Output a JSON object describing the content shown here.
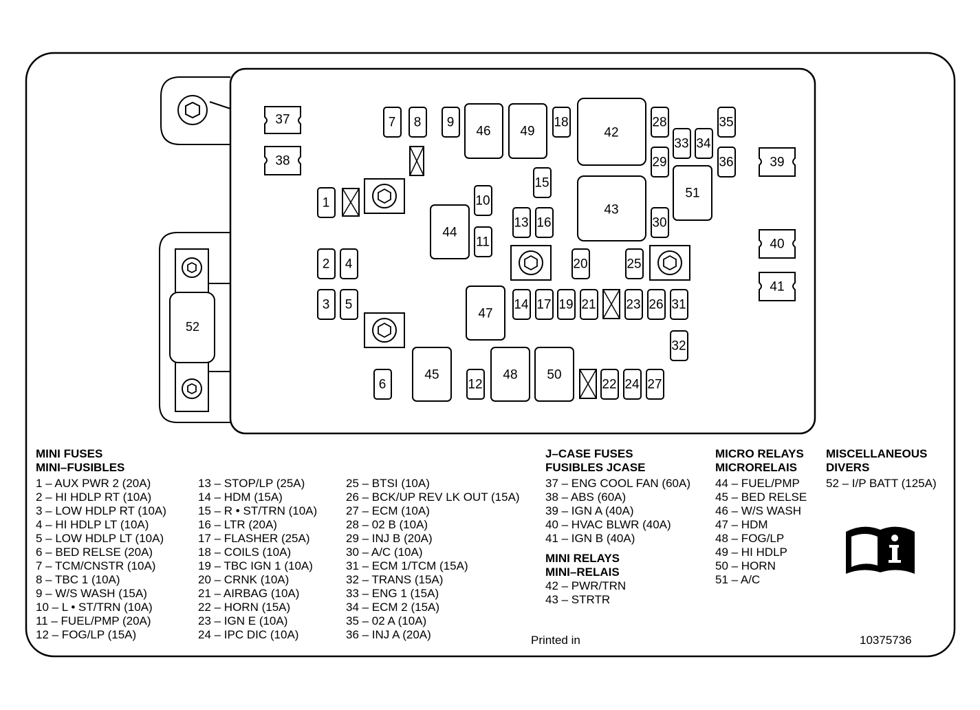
{
  "fuse_box": {
    "boxes": {
      "37": "37",
      "38": "38",
      "39": "39",
      "40": "40",
      "41": "41",
      "7": "7",
      "8": "8",
      "9": "9",
      "46": "46",
      "49": "49",
      "18": "18",
      "42": "42",
      "28": "28",
      "29": "29",
      "33": "33",
      "34": "34",
      "35": "35",
      "36": "36",
      "1": "1",
      "10": "10",
      "11": "11",
      "44": "44",
      "15": "15",
      "13": "13",
      "16": "16",
      "43": "43",
      "51": "51",
      "30": "30",
      "2": "2",
      "4": "4",
      "3": "3",
      "5": "5",
      "20": "20",
      "25": "25",
      "47": "47",
      "14": "14",
      "17": "17",
      "19": "19",
      "21": "21",
      "23": "23",
      "26": "26",
      "31": "31",
      "32": "32",
      "6": "6",
      "45": "45",
      "12": "12",
      "48": "48",
      "50": "50",
      "22": "22",
      "24": "24",
      "27": "27",
      "52": "52"
    }
  },
  "legend": {
    "mini_fuses": {
      "heading1": "MINI FUSES",
      "heading2": "MINI–FUSIBLES",
      "col1": [
        "1  – AUX PWR 2 (20A)",
        "2  – HI HDLP RT (10A)",
        "3  – LOW HDLP RT (10A)",
        "4  – HI HDLP LT (10A)",
        "5  – LOW HDLP LT (10A)",
        "6  – BED RELSE (20A)",
        "7  – TCM/CNSTR (10A)",
        "8  – TBC 1 (10A)",
        "9  – W/S WASH (15A)",
        "10 – L • ST/TRN (10A)",
        "11 – FUEL/PMP (20A)",
        "12 – FOG/LP (15A)"
      ],
      "col2": [
        "13 – STOP/LP (25A)",
        "14 – HDM (15A)",
        "15 – R • ST/TRN (10A)",
        "16 – LTR (20A)",
        "17 – FLASHER (25A)",
        "18 – COILS (10A)",
        "19 – TBC IGN 1 (10A)",
        "20 – CRNK (10A)",
        "21 – AIRBAG (10A)",
        "22 – HORN (15A)",
        "23 – IGN E (10A)",
        "24 – IPC DIC (10A)"
      ],
      "col3": [
        "25 – BTSI (10A)",
        "26 – BCK/UP REV LK OUT (15A)",
        "27 – ECM (10A)",
        "28 – 02 B (10A)",
        "29 – INJ B (20A)",
        "30 – A/C (10A)",
        "31 – ECM 1/TCM (15A)",
        "32 – TRANS (15A)",
        "33 – ENG 1 (15A)",
        "34 – ECM 2 (15A)",
        "35 – 02 A (10A)",
        "36 – INJ A (20A)"
      ]
    },
    "jcase_fuses": {
      "heading1": "J–CASE FUSES",
      "heading2": "FUSIBLES JCASE",
      "items": [
        "37 – ENG COOL FAN (60A)",
        "38 – ABS (60A)",
        "39 – IGN A (40A)",
        "40 – HVAC BLWR (40A)",
        "41 – IGN B (40A)"
      ]
    },
    "mini_relays": {
      "heading1": "MINI RELAYS",
      "heading2": "MINI–RELAIS",
      "items": [
        "42 – PWR/TRN",
        "43 – STRTR"
      ]
    },
    "micro_relays": {
      "heading1": "MICRO RELAYS",
      "heading2": "MICRORELAIS",
      "items": [
        "44 – FUEL/PMP",
        "45 – BED RELSE",
        "46 – W/S WASH",
        "47 – HDM",
        "48 – FOG/LP",
        "49 – HI HDLP",
        "50 – HORN",
        "51 – A/C"
      ]
    },
    "misc": {
      "heading1": "MISCELLANEOUS",
      "heading2": "DIVERS",
      "items": [
        "52 – I/P BATT (125A)"
      ]
    }
  },
  "footer": {
    "printed_in": "Printed in",
    "part_number": "10375736"
  },
  "icons": {
    "manual": "book-info-icon"
  }
}
